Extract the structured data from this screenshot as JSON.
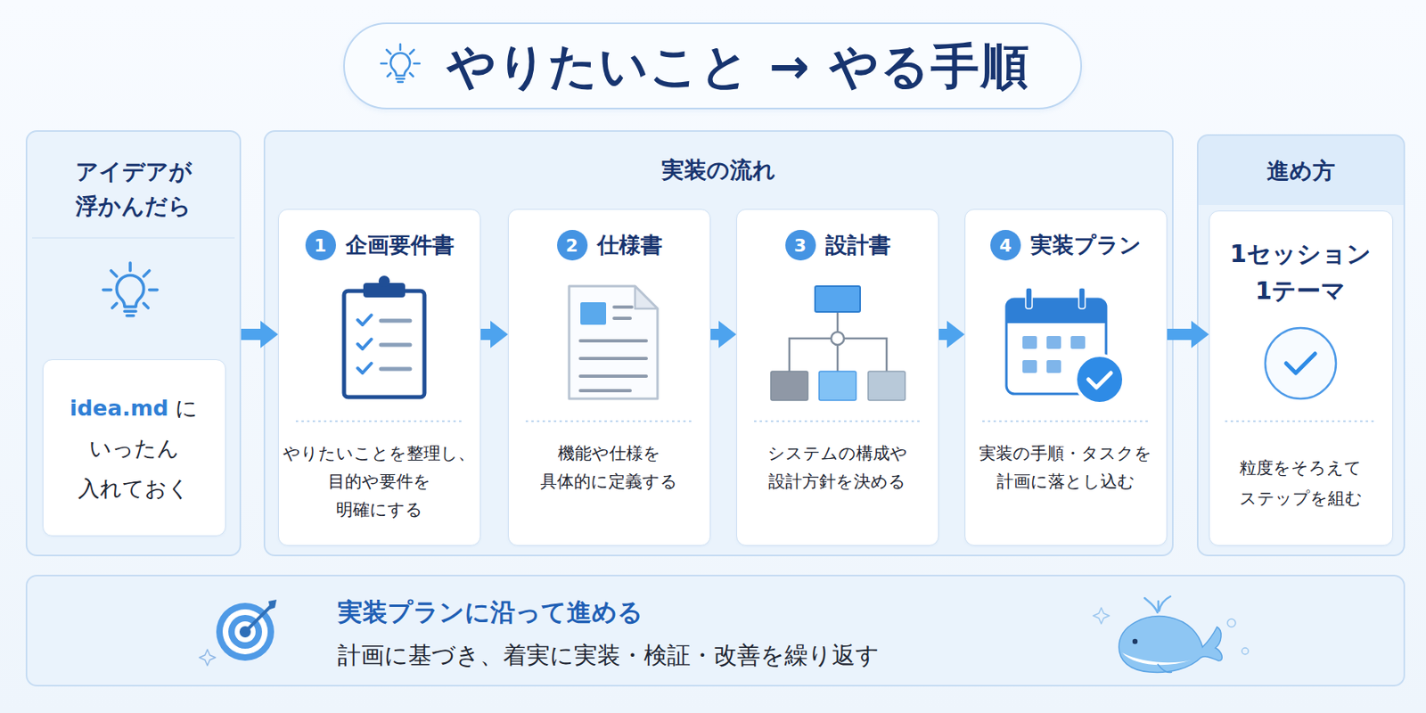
{
  "diagram": {
    "title": "やりたいこと → やる手順",
    "nodes": [
      {
        "text": [
          "アイデアが 浮かんだら"
        ]
      },
      {
        "text": [
          "idea.md に いったん 入れておく"
        ],
        "in": 0
      },
      {
        "text": [
          "実装の流れ"
        ]
      },
      {
        "text": [
          "1",
          "企画要件書",
          "やりたいことを整理し、 目的や要件を 明確にする"
        ],
        "in": 2
      },
      {
        "text": [
          "2",
          "仕様書",
          "機能や仕様を 具体的に定義する"
        ],
        "in": 2
      },
      {
        "text": [
          "3",
          "設計書",
          "システムの構成や 設計方針を決める"
        ],
        "in": 2
      },
      {
        "text": [
          "4",
          "実装プラン",
          "実装の手順・タスクを 計画に落とし込む"
        ],
        "in": 2
      },
      {
        "text": [
          "進め方"
        ]
      },
      {
        "text": [
          "1セッション 1テーマ",
          "粒度をそろえて ステップを組む"
        ],
        "in": 7
      },
      {
        "text": [
          "実装プランに沿って進める",
          "計画に基づき、着実に実装・検証・改善を繰り返す"
        ]
      }
    ],
    "edges": [
      {
        "from": 0,
        "to": 3,
        "arrow": "to"
      },
      {
        "from": 3,
        "to": 4,
        "arrow": "to"
      },
      {
        "from": 4,
        "to": 5,
        "arrow": "to"
      },
      {
        "from": 5,
        "to": 6,
        "arrow": "to"
      },
      {
        "from": 6,
        "to": 8,
        "arrow": "to"
      }
    ]
  }
}
